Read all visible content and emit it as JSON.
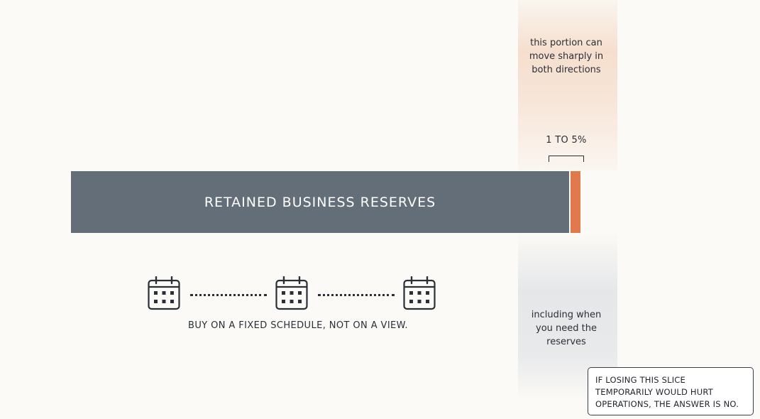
{
  "highlight": {
    "top_note": [
      "this portion can",
      "move sharply in",
      "both directions"
    ],
    "bottom_note": [
      "including when",
      "you need the",
      "reserves"
    ]
  },
  "bar": {
    "label": "RETAINED BUSINESS RESERVES",
    "slice_label": "1 TO 5%",
    "colors": {
      "reserves": "#636e78",
      "slice": "#e07a4d"
    }
  },
  "schedule": {
    "caption": "BUY ON A FIXED SCHEDULE, NOT ON A VIEW.",
    "icons": [
      "calendar-icon",
      "calendar-icon",
      "calendar-icon"
    ]
  },
  "callout": {
    "lines": [
      "IF LOSING THIS SLICE",
      "TEMPORARILY WOULD HURT",
      "OPERATIONS, THE ANSWER IS NO."
    ]
  }
}
